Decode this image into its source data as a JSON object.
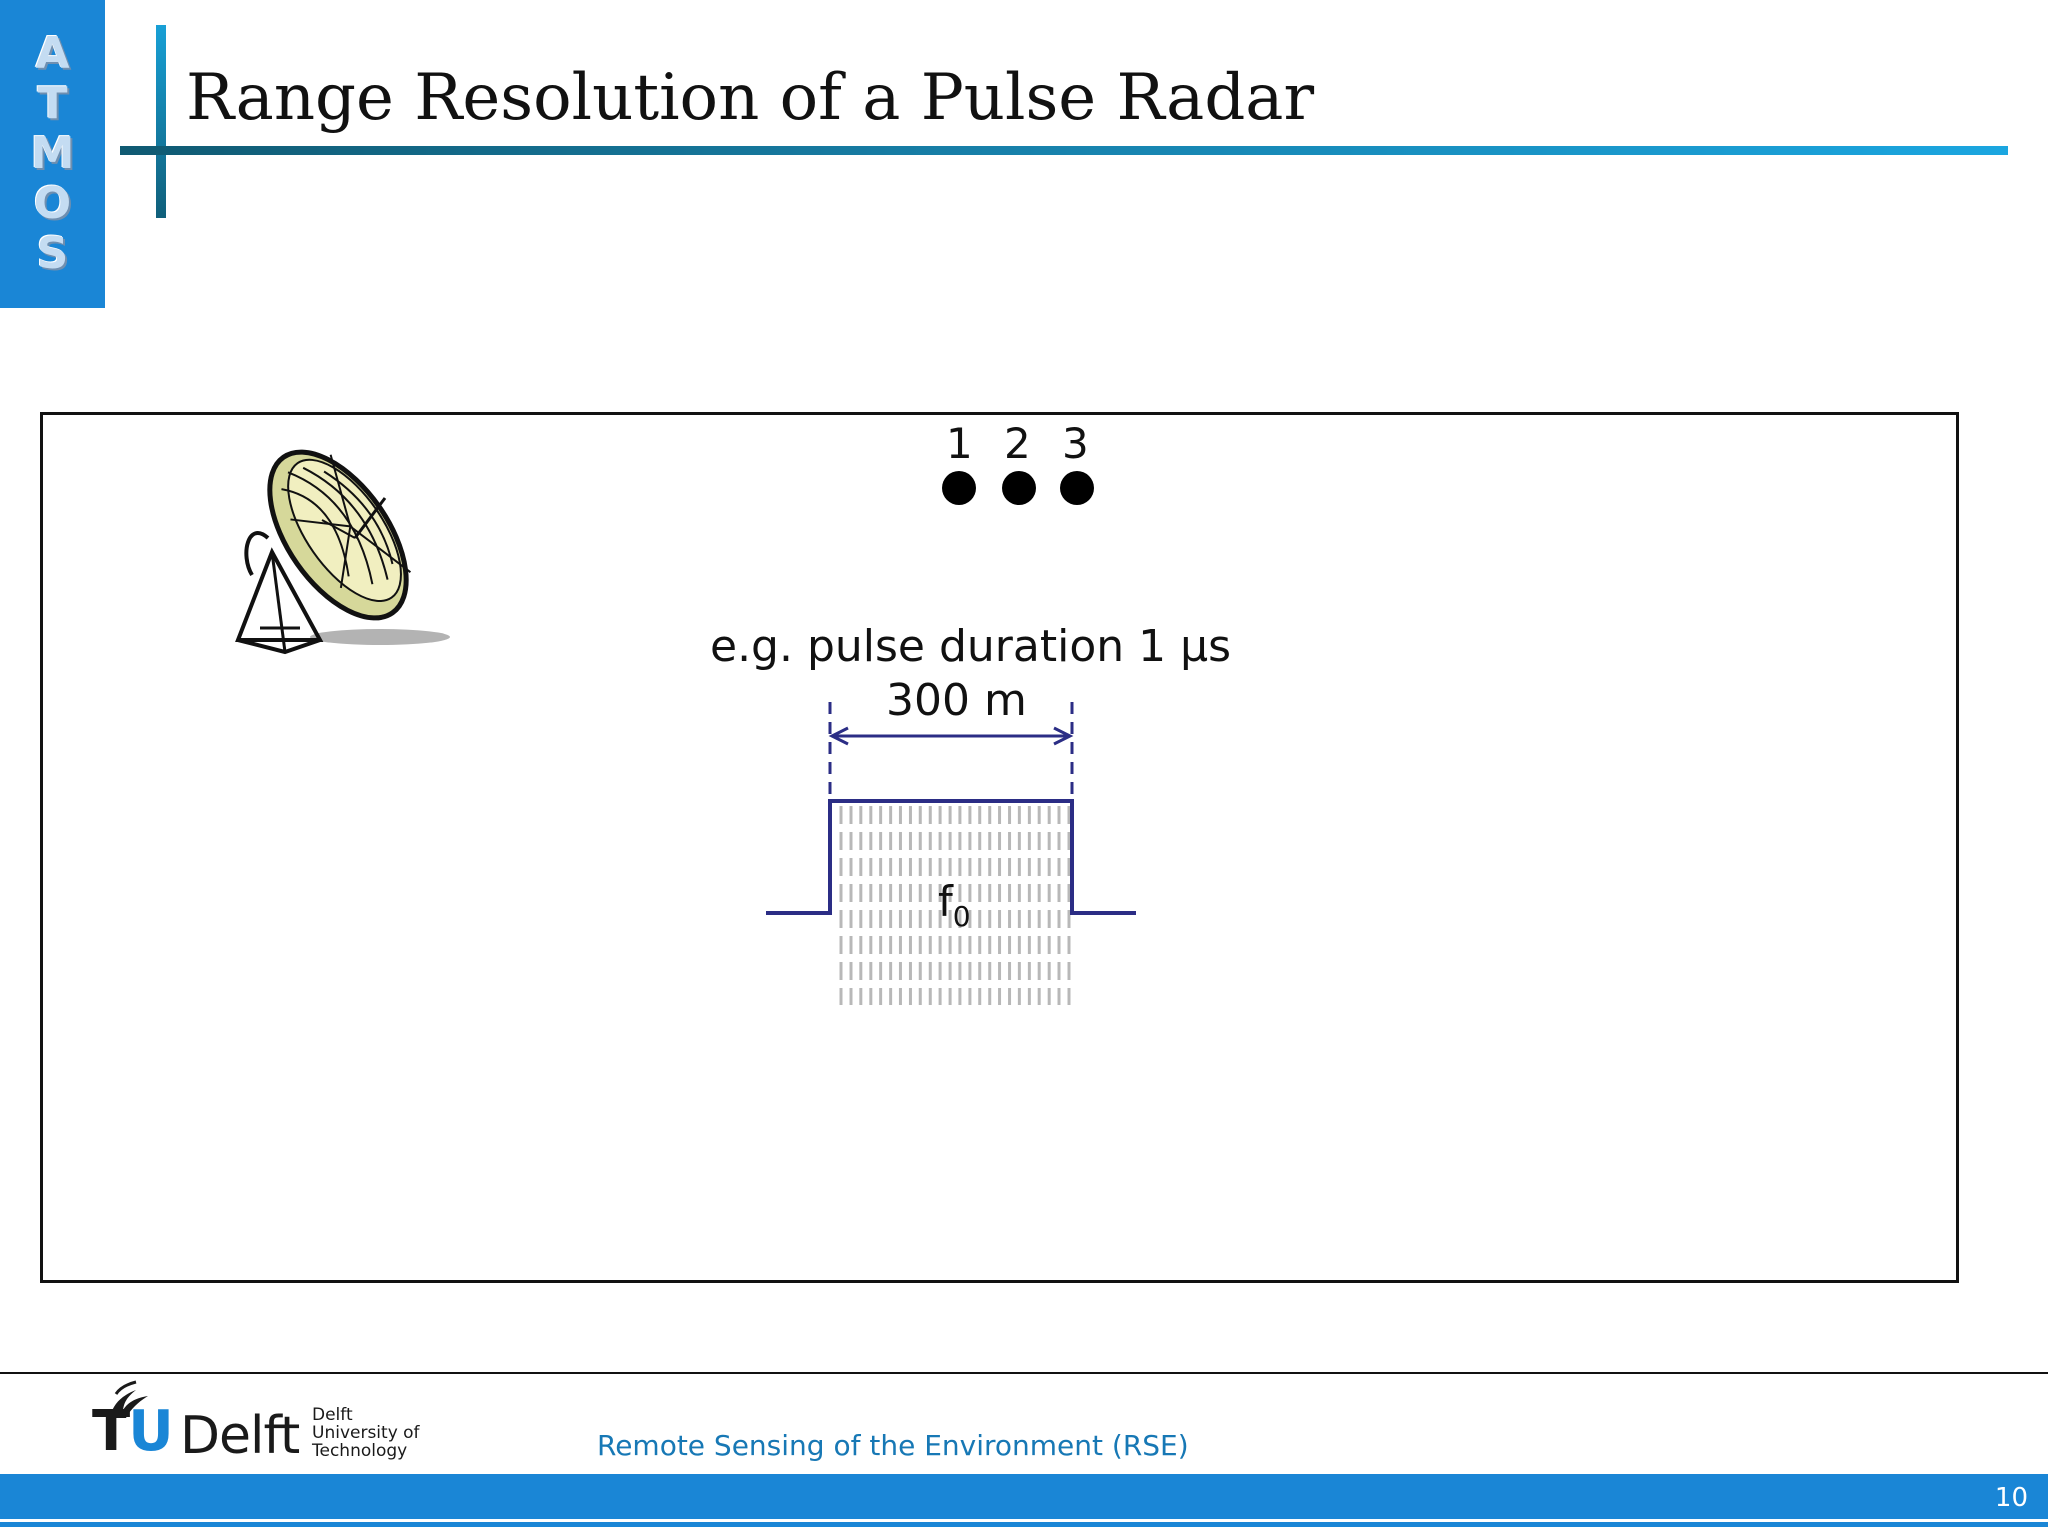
{
  "badge": {
    "letters": [
      "A",
      "T",
      "M",
      "O",
      "S"
    ]
  },
  "slide": {
    "title": "Range Resolution of a Pulse Radar"
  },
  "diagram": {
    "targets": [
      {
        "label": "1"
      },
      {
        "label": "2"
      },
      {
        "label": "3"
      }
    ],
    "pulse_caption": "e.g. pulse duration 1 μs",
    "range_label": "300 m",
    "carrier_label": "f",
    "carrier_subscript": "0",
    "icons": {
      "antenna": "radar-dish-icon"
    },
    "colors": {
      "pulse": "#2b2d85",
      "dish": "#d6d89a",
      "carrier": "#b8b8b8"
    }
  },
  "footer": {
    "logo_wordmark_tu": "TU",
    "logo_wordmark_delft": "Delft",
    "logo_sub": [
      "Delft",
      "University of",
      "Technology"
    ],
    "course": "Remote Sensing of the Environment (RSE)",
    "page_number": "10"
  }
}
